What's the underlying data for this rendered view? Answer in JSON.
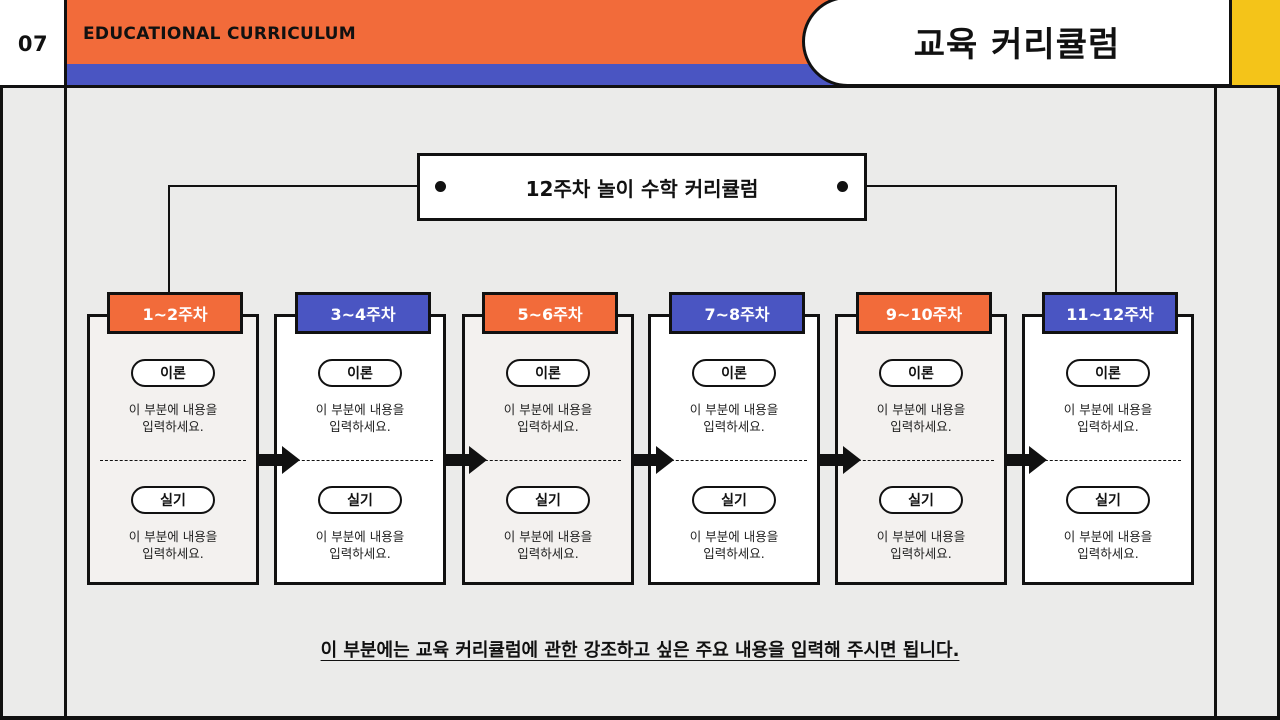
{
  "header": {
    "page_number": "07",
    "section_english": "EDUCATIONAL CURRICULUM",
    "title": "교육 커리큘럼"
  },
  "diagram": {
    "root": "12주차 놀이 수학 커리큘럼",
    "weeks": [
      {
        "label": "1~2주차",
        "theory_label": "이론",
        "theory_line1": "이 부분에 내용을",
        "theory_line2": "입력하세요.",
        "practice_label": "실기",
        "practice_line1": "이 부분에 내용을",
        "practice_line2": "입력하세요."
      },
      {
        "label": "3~4주차",
        "theory_label": "이론",
        "theory_line1": "이 부분에 내용을",
        "theory_line2": "입력하세요.",
        "practice_label": "실기",
        "practice_line1": "이 부분에 내용을",
        "practice_line2": "입력하세요."
      },
      {
        "label": "5~6주차",
        "theory_label": "이론",
        "theory_line1": "이 부분에 내용을",
        "theory_line2": "입력하세요.",
        "practice_label": "실기",
        "practice_line1": "이 부분에 내용을",
        "practice_line2": "입력하세요."
      },
      {
        "label": "7~8주차",
        "theory_label": "이론",
        "theory_line1": "이 부분에 내용을",
        "theory_line2": "입력하세요.",
        "practice_label": "실기",
        "practice_line1": "이 부분에 내용을",
        "practice_line2": "입력하세요."
      },
      {
        "label": "9~10주차",
        "theory_label": "이론",
        "theory_line1": "이 부분에 내용을",
        "theory_line2": "입력하세요.",
        "practice_label": "실기",
        "practice_line1": "이 부분에 내용을",
        "practice_line2": "입력하세요."
      },
      {
        "label": "11~12주차",
        "theory_label": "이론",
        "theory_line1": "이 부분에 내용을",
        "theory_line2": "입력하세요.",
        "practice_label": "실기",
        "practice_line1": "이 부분에 내용을",
        "practice_line2": "입력하세요."
      }
    ]
  },
  "footer": {
    "note": "이 부분에는 교육 커리큘럼에 관한 강조하고 싶은 주요 내용을 입력해 주시면 됩니다."
  },
  "colors": {
    "orange": "#f26b3a",
    "blue": "#4a55c2",
    "yellow": "#f4c419",
    "background": "#ebebea",
    "ink": "#111111"
  }
}
